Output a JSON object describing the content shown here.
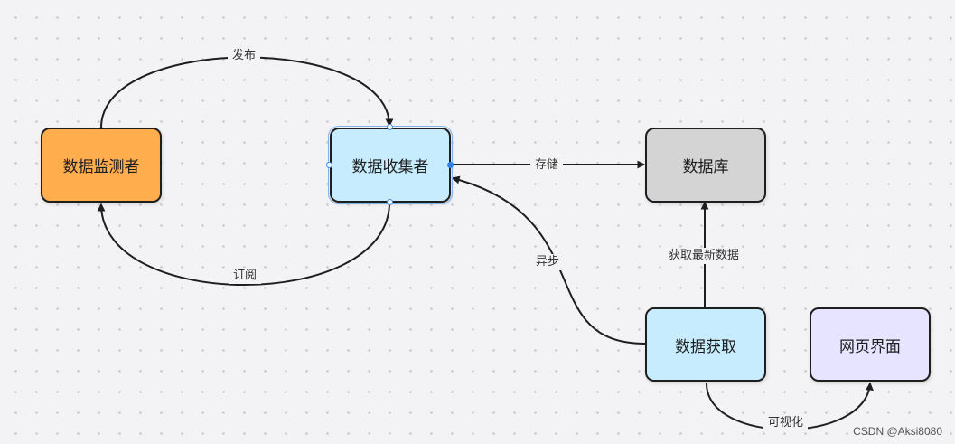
{
  "diagram": {
    "nodes": [
      {
        "id": "monitor",
        "label": "数据监测者",
        "color": "#ffad4d"
      },
      {
        "id": "collector",
        "label": "数据收集者",
        "color": "#c7ecfd"
      },
      {
        "id": "database",
        "label": "数据库",
        "color": "#d4d4d4"
      },
      {
        "id": "fetcher",
        "label": "数据获取",
        "color": "#c7ecfd"
      },
      {
        "id": "webpage",
        "label": "网页界面",
        "color": "#e6e4ff"
      }
    ],
    "edges": [
      {
        "id": "publish",
        "from": "monitor",
        "to": "collector",
        "label": "发布"
      },
      {
        "id": "subscribe",
        "from": "collector",
        "to": "monitor",
        "label": "订阅"
      },
      {
        "id": "store",
        "from": "collector",
        "to": "database",
        "label": "存储"
      },
      {
        "id": "async",
        "from": "fetcher",
        "to": "collector",
        "label": "异步"
      },
      {
        "id": "fetch-latest",
        "from": "fetcher",
        "to": "database",
        "label": "获取最新数据"
      },
      {
        "id": "visualize",
        "from": "fetcher",
        "to": "webpage",
        "label": "可视化"
      }
    ]
  },
  "watermark": "CSDN @Aksi8080"
}
